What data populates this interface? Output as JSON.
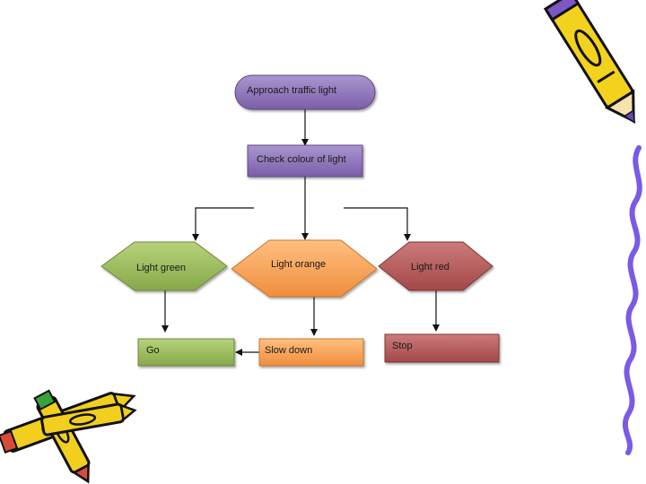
{
  "diagram": {
    "nodes": {
      "approach": {
        "label": "Approach traffic light",
        "color": "#8e73b8"
      },
      "check": {
        "label": "Check colour of light",
        "color": "#8e73b8"
      },
      "light_green": {
        "label": "Light green",
        "color": "#9bbd5c"
      },
      "light_orange": {
        "label": "Light orange",
        "color": "#f6a25a"
      },
      "light_red": {
        "label": "Light red",
        "color": "#b55a5a"
      },
      "go": {
        "label": "Go",
        "color": "#9bbd5c"
      },
      "slow_down": {
        "label": "Slow down",
        "color": "#f6a25a"
      },
      "stop": {
        "label": "Stop",
        "color": "#b55a5a"
      }
    },
    "edges": [
      {
        "from": "approach",
        "to": "check"
      },
      {
        "from": "check",
        "to": "light_green"
      },
      {
        "from": "check",
        "to": "light_orange"
      },
      {
        "from": "check",
        "to": "light_red"
      },
      {
        "from": "light_green",
        "to": "go"
      },
      {
        "from": "light_orange",
        "to": "slow_down"
      },
      {
        "from": "light_red",
        "to": "stop"
      },
      {
        "from": "slow_down",
        "to": "go"
      }
    ]
  },
  "decorations": [
    "pencil-icon",
    "crayons-icon",
    "squiggle-border"
  ]
}
